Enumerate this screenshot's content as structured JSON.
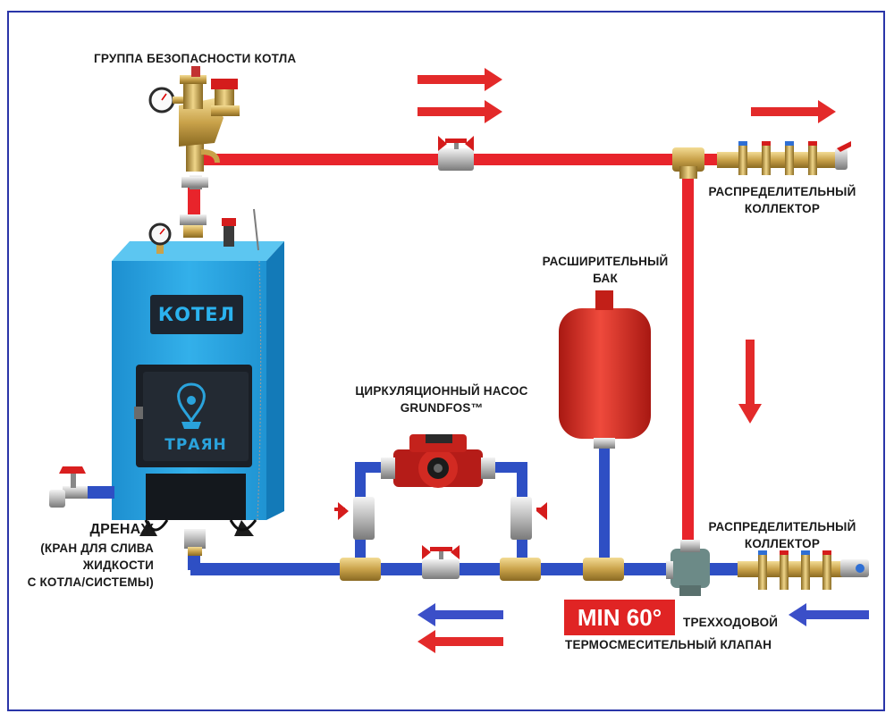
{
  "labels": {
    "safety_group": "ГРУППА БЕЗОПАСНОСТИ КОТЛА",
    "boiler": "КОТЕЛ",
    "brand": "ТРАЯН",
    "pump_line1": "ЦИРКУЛЯЦИОННЫЙ НАСОС",
    "pump_line2": "GRUNDFOS™",
    "tank_line1": "РАСШИРИТЕЛЬНЫЙ",
    "tank_line2": "БАК",
    "collector_top_line1": "РАСПРЕДЕЛИТЕЛЬНЫЙ",
    "collector_top_line2": "КОЛЛЕКТОР",
    "collector_bottom_line1": "РАСПРЕДЕЛИТЕЛЬНЫЙ",
    "collector_bottom_line2": "КОЛЛЕКТОР",
    "drain_line1": "ДРЕНАЖ",
    "drain_line2": "(КРАН ДЛЯ СЛИВА",
    "drain_line3": "ЖИДКОСТИ",
    "drain_line4": "С КОТЛА/СИСТЕМЫ)",
    "min_temp": "MIN 60°",
    "valve_line1": "ТРЕХХОДОВОЙ",
    "valve_line2": "ТЕРМОСМЕСИТЕЛЬНЫЙ КЛАПАН"
  },
  "colors": {
    "supply_pipe": "#e8242b",
    "return_pipe": "#2e4fc4",
    "boiler_body": "#29a3df",
    "tank": "#d8261f",
    "brass": "#c9a24a",
    "frame": "#2a35a8"
  }
}
